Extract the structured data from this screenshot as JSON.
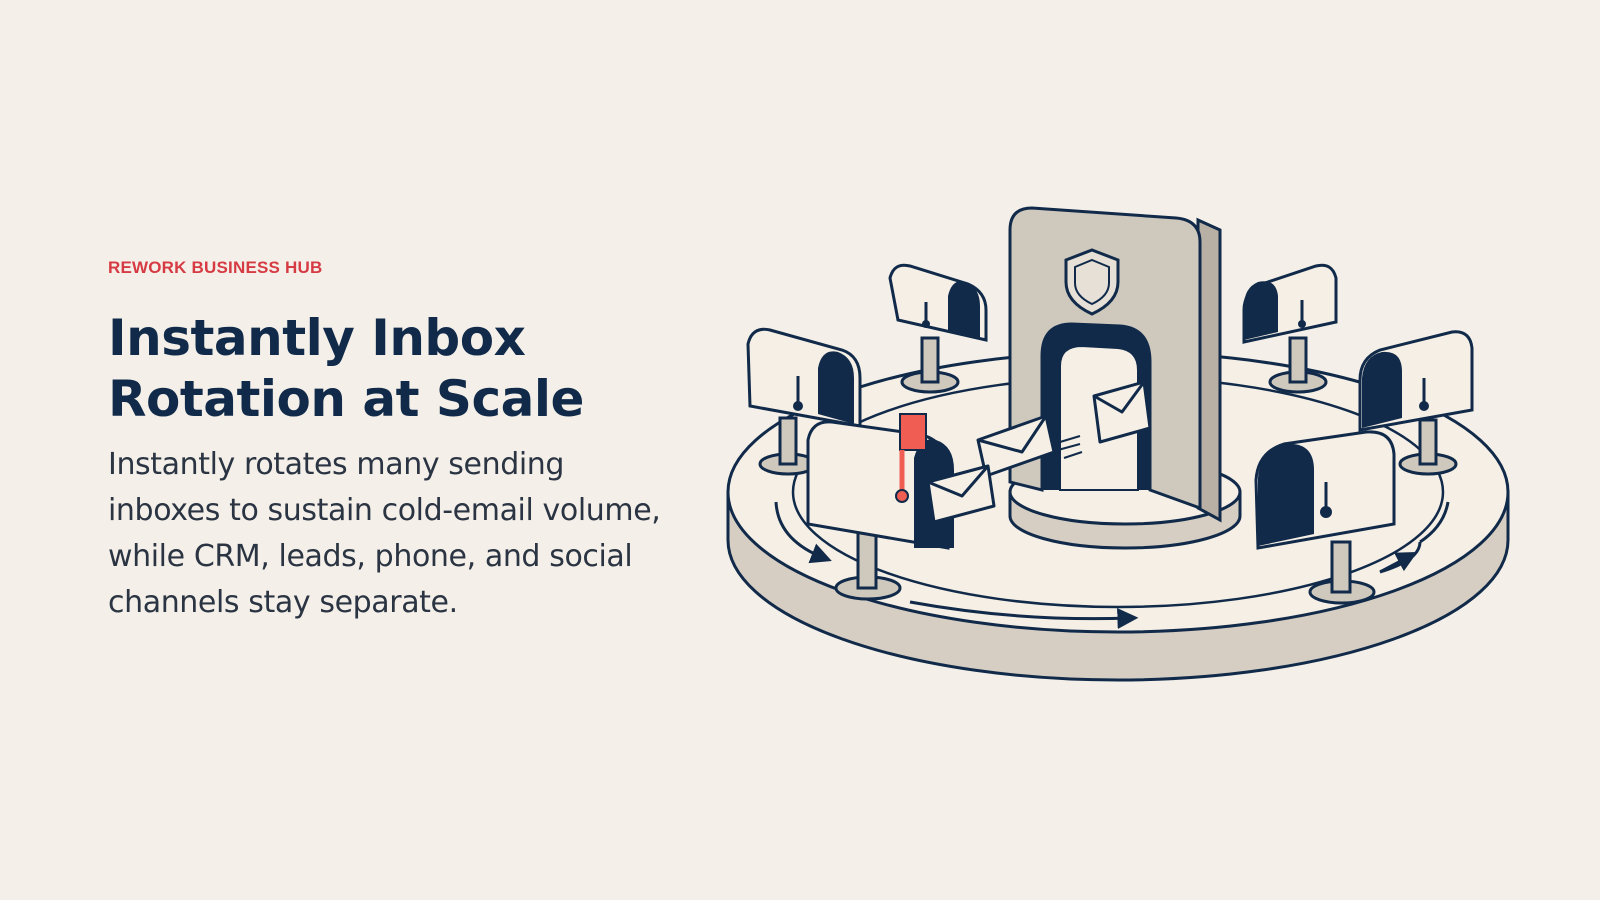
{
  "brand": {
    "label": "REWORK BUSINESS HUB",
    "color": "#d63b44"
  },
  "hero": {
    "title_line1": "Instantly Inbox",
    "title_line2": "Rotation at Scale",
    "description": "Instantly rotates many sending inboxes to sustain cold-email volume, while CRM, leads, phone, and social channels stay separate."
  },
  "colors": {
    "background": "#f4f0e9",
    "navy": "#112a4a",
    "platform_top": "#f5efe5",
    "platform_side": "#d6cec2",
    "gate": "#cfc8bd",
    "flag": "#ef5d53"
  },
  "illustration": {
    "icons": [
      "shield-icon",
      "mailbox-icon",
      "envelope-icon",
      "rotation-arrow-icon"
    ]
  }
}
